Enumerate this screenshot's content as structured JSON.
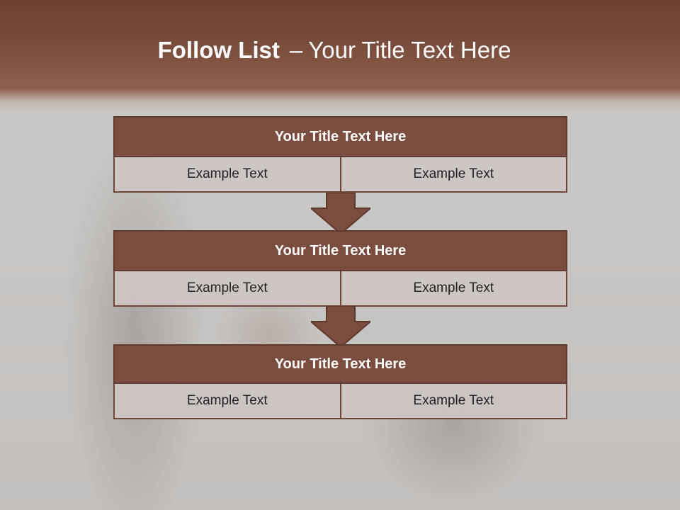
{
  "header": {
    "title_bold": "Follow List",
    "title_dash": "–",
    "title_rest": "Your Title Text Here"
  },
  "blocks": [
    {
      "title": "Your Title Text Here",
      "cells": [
        "Example Text",
        "Example Text"
      ]
    },
    {
      "title": "Your Title Text Here",
      "cells": [
        "Example Text",
        "Example Text"
      ]
    },
    {
      "title": "Your Title Text Here",
      "cells": [
        "Example Text",
        "Example Text"
      ]
    }
  ],
  "colors": {
    "header": "#7c4f3e",
    "block_title": "#7b4d3e",
    "block_border": "#5e3a2e",
    "cell_fill": "#cdc6c3"
  },
  "icons": [
    "down-arrow-icon"
  ]
}
